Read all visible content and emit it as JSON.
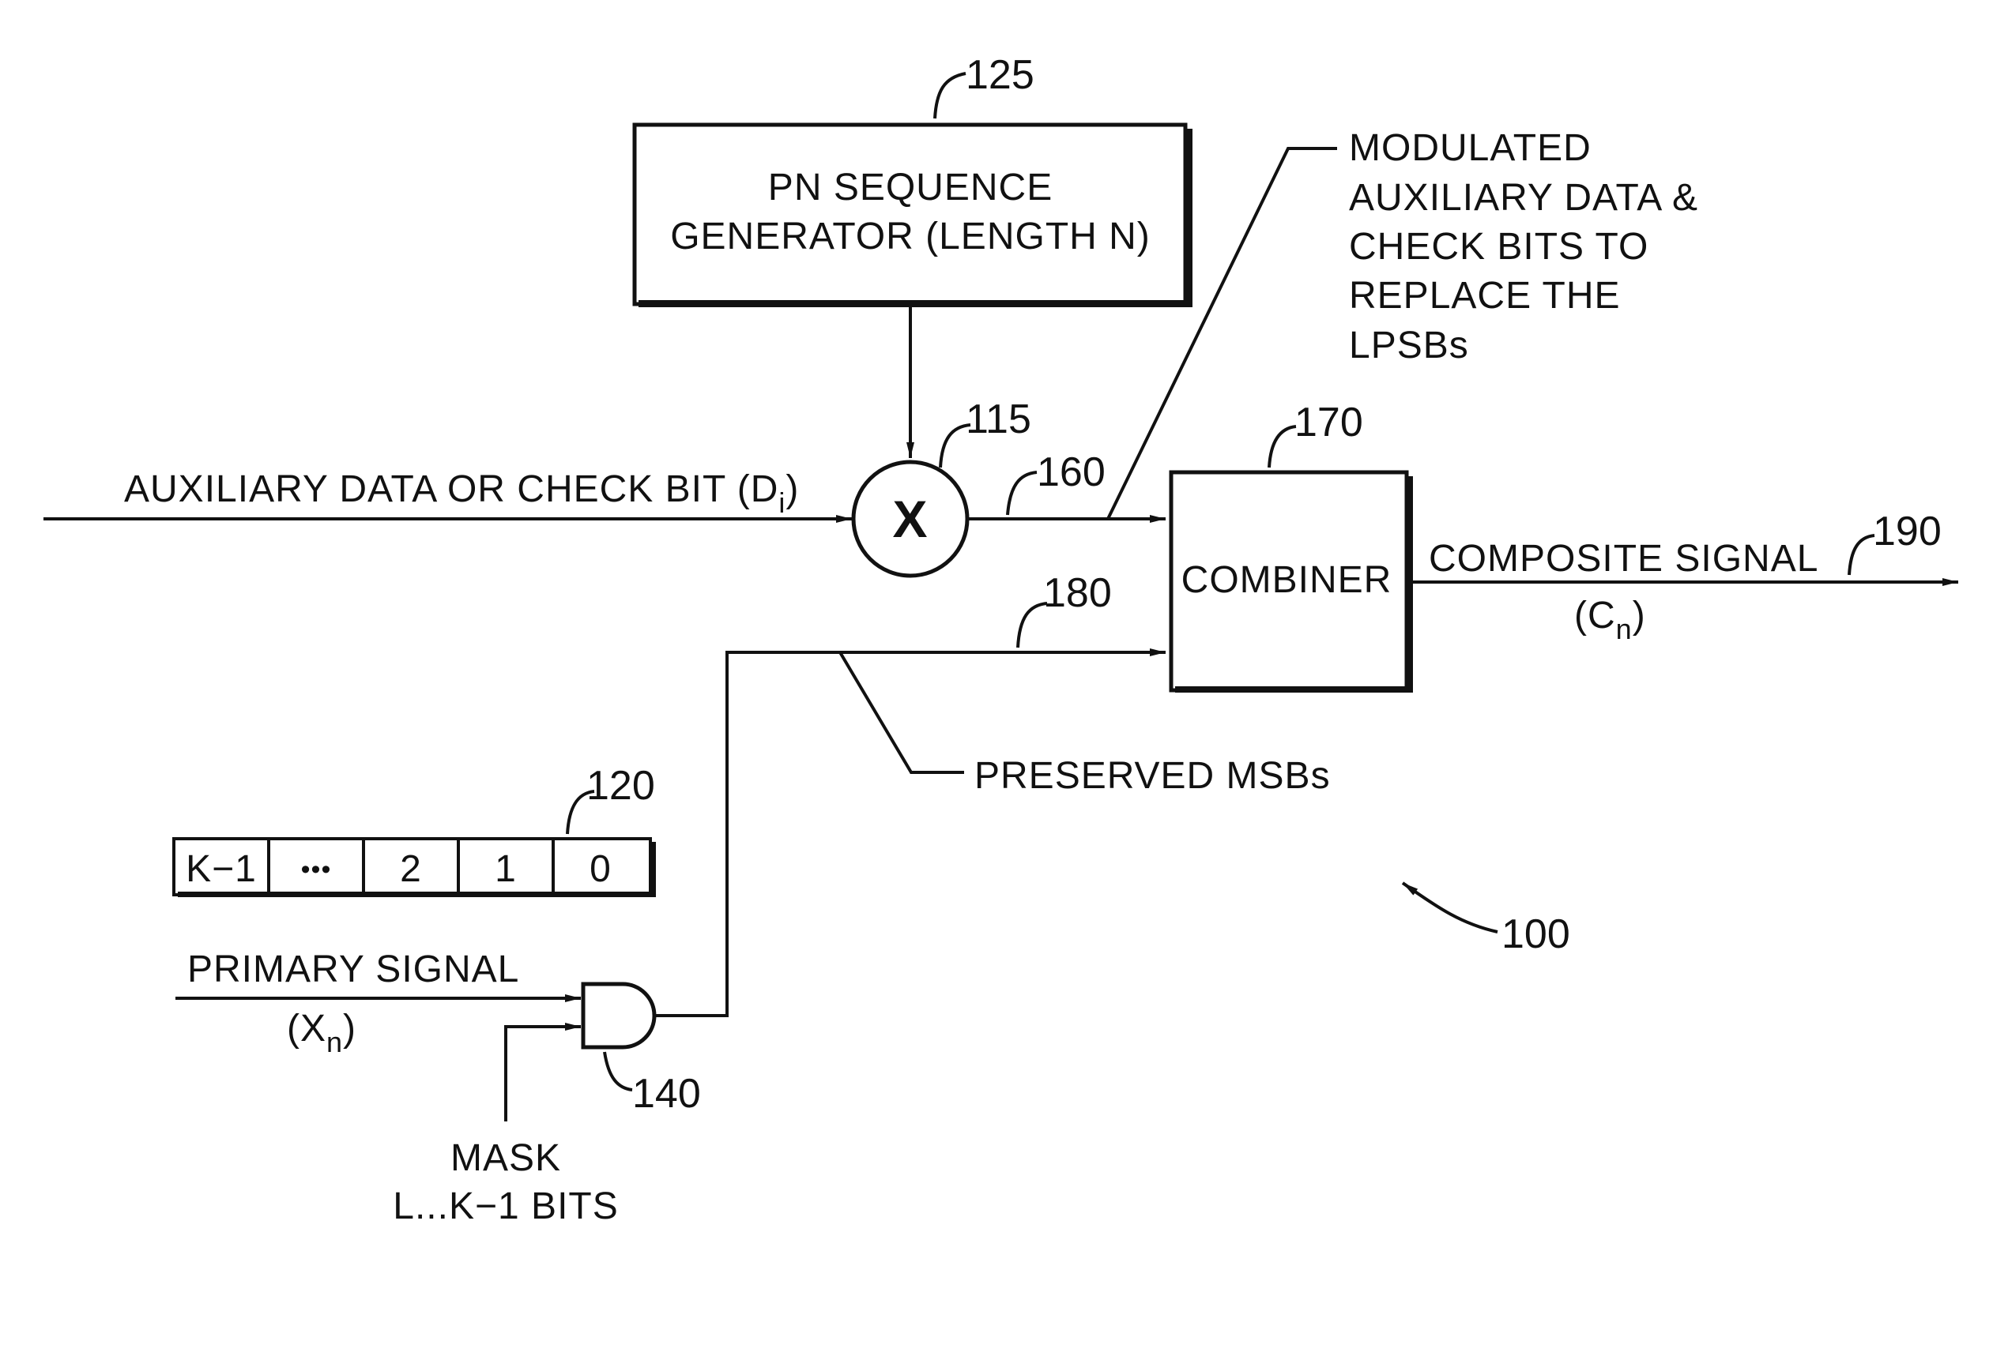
{
  "pn_generator": {
    "line1": "PN SEQUENCE",
    "line2": "GENERATOR (LENGTH N)",
    "ref": "125"
  },
  "multiplier": {
    "symbol": "X",
    "ref": "115"
  },
  "aux_input": {
    "label": "AUXILIARY DATA OR CHECK BIT (D",
    "sub": "i",
    "close": ")"
  },
  "modulated_line": {
    "ref": "160"
  },
  "modulated_note": [
    "MODULATED",
    "AUXILIARY DATA &",
    "CHECK BITS TO",
    "REPLACE THE",
    "LPSBs"
  ],
  "combiner": {
    "label": "COMBINER",
    "ref": "170"
  },
  "composite_output": {
    "label": "COMPOSITE SIGNAL",
    "sym_open": "(C",
    "sub": "n",
    "close": ")",
    "ref": "190"
  },
  "msb_line": {
    "ref": "180"
  },
  "preserved_note": "PRESERVED MSBs",
  "register": {
    "ref": "120",
    "cells": [
      "K−1",
      "•••",
      "2",
      "1",
      "0"
    ]
  },
  "primary_input": {
    "label": "PRIMARY SIGNAL",
    "sym_open": "(X",
    "sub": "n",
    "close": ")"
  },
  "and_gate": {
    "ref": "140"
  },
  "mask": {
    "line1": "MASK",
    "line2": "L...K−1 BITS"
  },
  "figure_ref": "100"
}
